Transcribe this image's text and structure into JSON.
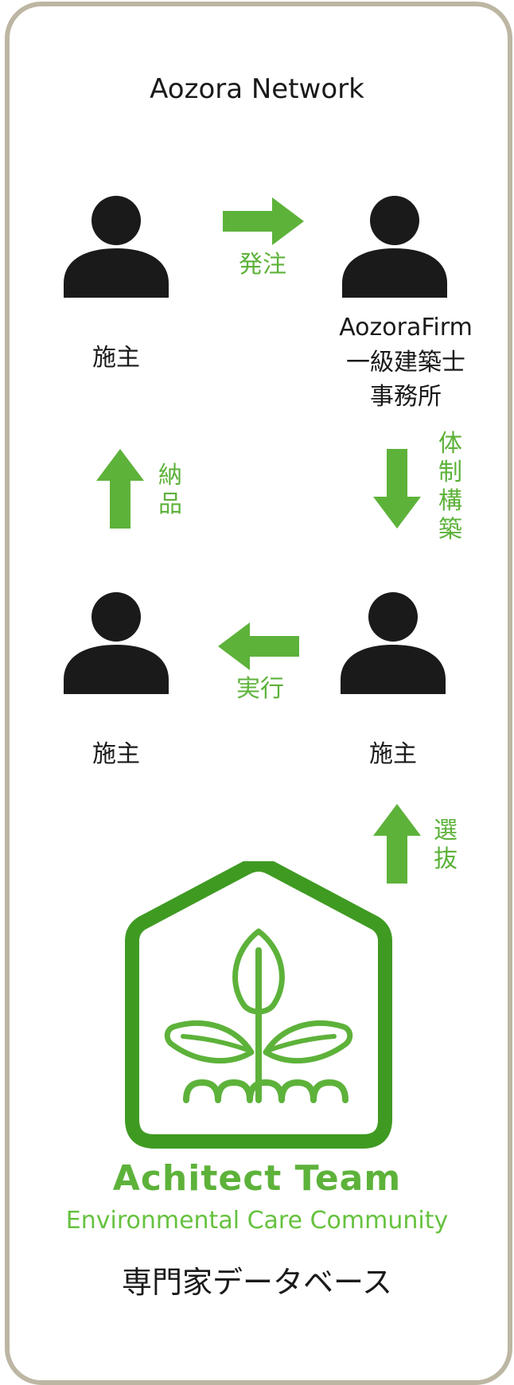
{
  "title": "Aozora Network",
  "nodes": {
    "top_left": "施主",
    "top_right_line1": "AozoraFirm",
    "top_right_line2": "一級建築士",
    "top_right_line3": "事務所",
    "bottom_left": "施主",
    "bottom_right": "施主"
  },
  "edges": {
    "order": "発注",
    "build_system_1": "体",
    "build_system_2": "制",
    "build_system_3": "構",
    "build_system_4": "築",
    "execute": "実行",
    "deliver_1": "納",
    "deliver_2": "品",
    "select_1": "選",
    "select_2": "抜"
  },
  "logo": {
    "team_name": "Achitect Team",
    "tagline": "Environmental Care Community"
  },
  "footer": "専門家データベース",
  "colors": {
    "arrow_green": "#5db23a",
    "logo_green": "#3f9a22",
    "person": "#1a1a1a",
    "frame": "#bcb6a3"
  },
  "icons": [
    "person-icon",
    "arrow-right-icon",
    "arrow-down-icon",
    "arrow-left-icon",
    "arrow-up-icon",
    "house-plant-logo"
  ]
}
